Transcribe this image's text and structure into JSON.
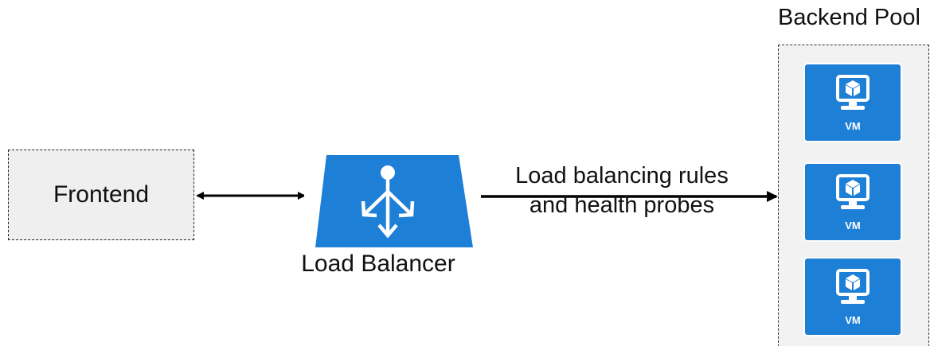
{
  "frontend": {
    "label": "Frontend"
  },
  "load_balancer": {
    "label": "Load Balancer",
    "icon": "load-balancer-icon"
  },
  "connection": {
    "line1": "Load balancing rules",
    "line2": "and health probes"
  },
  "backend_pool": {
    "title": "Backend Pool",
    "vms": [
      {
        "label": "VM",
        "icon": "virtual-machine-icon"
      },
      {
        "label": "VM",
        "icon": "virtual-machine-icon"
      },
      {
        "label": "VM",
        "icon": "virtual-machine-icon"
      }
    ]
  },
  "colors": {
    "azure_blue": "#1e7fd6",
    "box_fill": "#efefef",
    "pool_fill": "#f2f2f2"
  }
}
